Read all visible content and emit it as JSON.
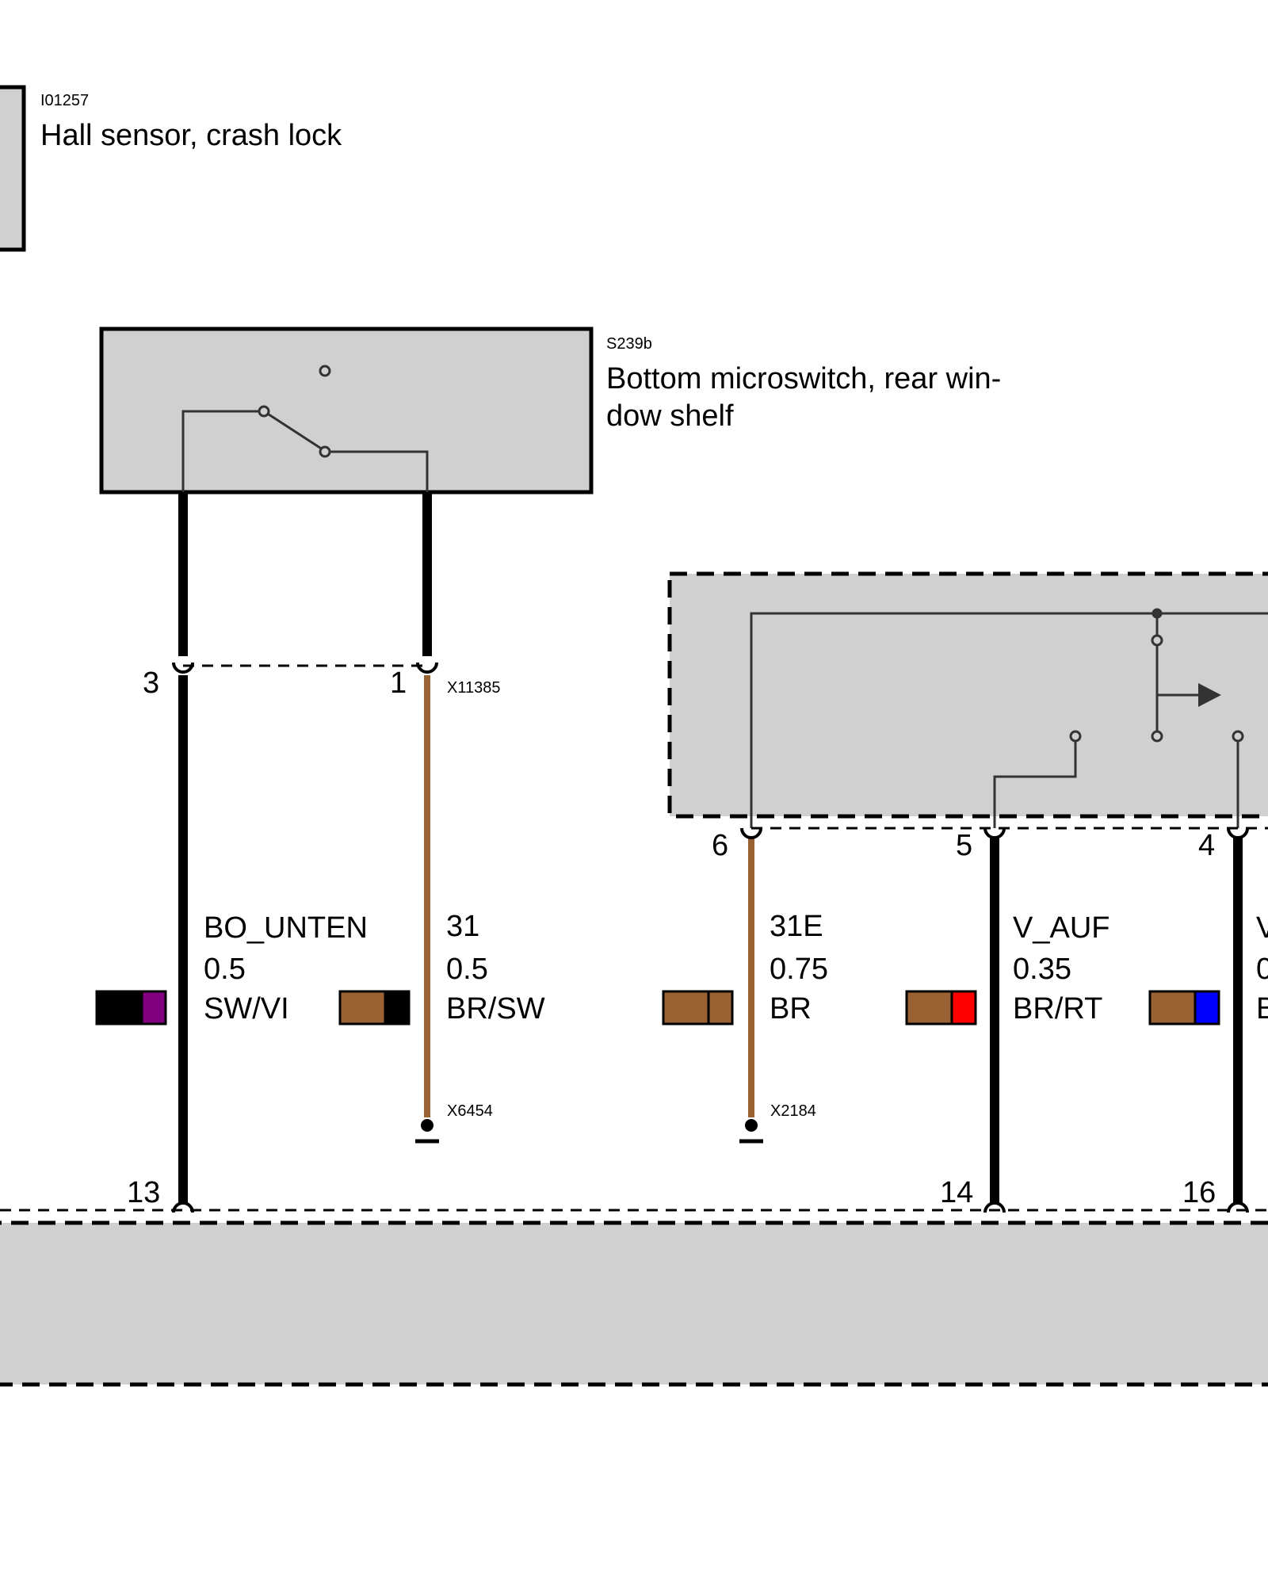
{
  "components": {
    "hall": {
      "code": "I01257",
      "name": "Hall sensor, crash lock"
    },
    "switch": {
      "code": "S239b",
      "name_line1": "Bottom microswitch, rear win-",
      "name_line2": "dow shelf"
    }
  },
  "pins": {
    "p3": "3",
    "p1": "1",
    "p6": "6",
    "p5": "5",
    "p4": "4",
    "p13": "13",
    "p14": "14",
    "p16": "16"
  },
  "connectors": {
    "top": "X11385",
    "ground_left": "X6454",
    "ground_right": "X2184"
  },
  "wires": [
    {
      "signal": "BO_UNTEN",
      "gauge": "0.5",
      "color_code": "SW/VI",
      "colors": [
        "#000000",
        "#800080"
      ]
    },
    {
      "signal": "31",
      "gauge": "0.5",
      "color_code": "BR/SW",
      "colors": [
        "#9a6233",
        "#000000"
      ]
    },
    {
      "signal": "31E",
      "gauge": "0.75",
      "color_code": "BR",
      "colors": [
        "#9a6233",
        "#9a6233"
      ]
    },
    {
      "signal": "V_AUF",
      "gauge": "0.35",
      "color_code": "BR/RT",
      "colors": [
        "#9a6233",
        "#ff0000"
      ]
    },
    {
      "signal": "V",
      "gauge": "0",
      "color_code": "B",
      "colors": [
        "#9a6233",
        "#0000ff"
      ]
    }
  ],
  "palette": {
    "component_fill": "#d0d0d0",
    "brown_wire": "#9a6233"
  }
}
